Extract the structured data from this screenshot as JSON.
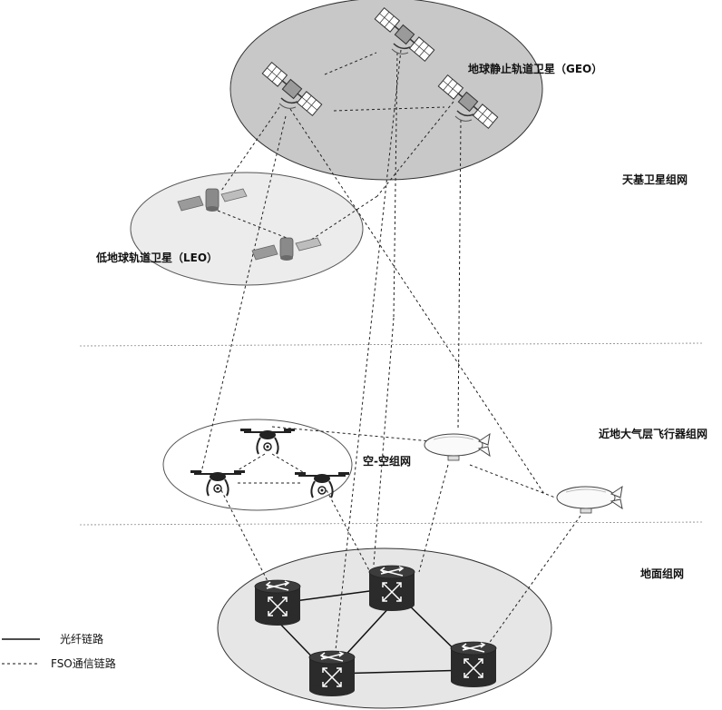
{
  "labels": {
    "geo": "地球静止轨道卫星（GEO）",
    "leo": "低地球轨道卫星（LEO）",
    "space_net": "天基卫星组网",
    "air_air": "空-空组网",
    "near_space": "近地大气层飞行器组网",
    "ground": "地面组网"
  },
  "legend": {
    "fiber": "光纤链路",
    "fso": "FSO通信链路"
  },
  "colors": {
    "geo_fill": "#c8c8c8",
    "leo_fill": "#ececec",
    "air_fill": "#ffffff",
    "ground_fill": "#e6e6e6",
    "router_fill": "#2b2b2b",
    "line": "#222222"
  }
}
